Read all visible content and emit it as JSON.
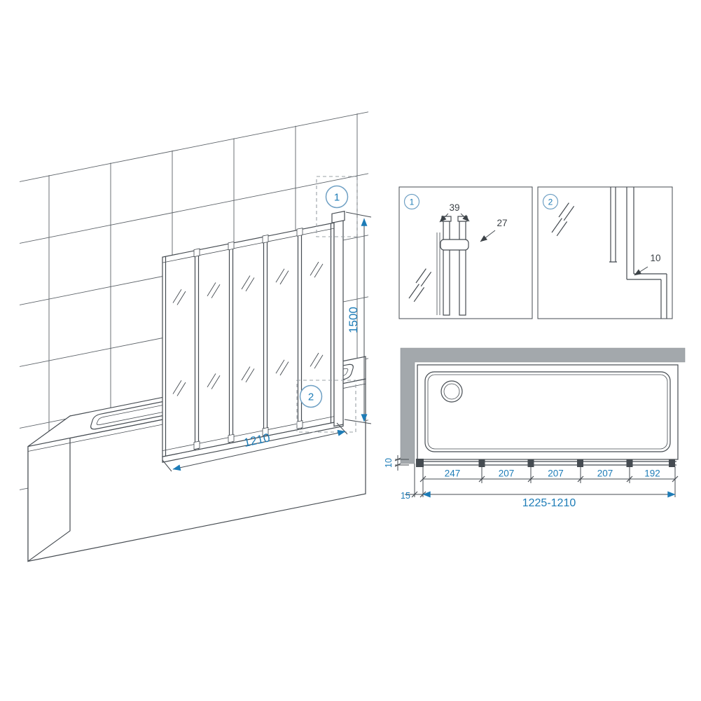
{
  "drawing": {
    "accent_blue": "#1d7cb7",
    "line_color": "#454b51",
    "wall_gray": "#a3a8ac"
  },
  "main_view": {
    "callouts": [
      {
        "label": "1"
      },
      {
        "label": "2"
      }
    ],
    "width_label": "1210",
    "height_label": "1500"
  },
  "details": [
    {
      "label": "1",
      "dim_width": "39",
      "dim_depth": "27"
    },
    {
      "label": "2",
      "dim_gap": "10"
    }
  ],
  "plan": {
    "depth_label": "10",
    "offset_label": "15",
    "segment_labels": [
      "247",
      "207",
      "207",
      "207",
      "192"
    ],
    "overall_label": "1225-1210"
  }
}
